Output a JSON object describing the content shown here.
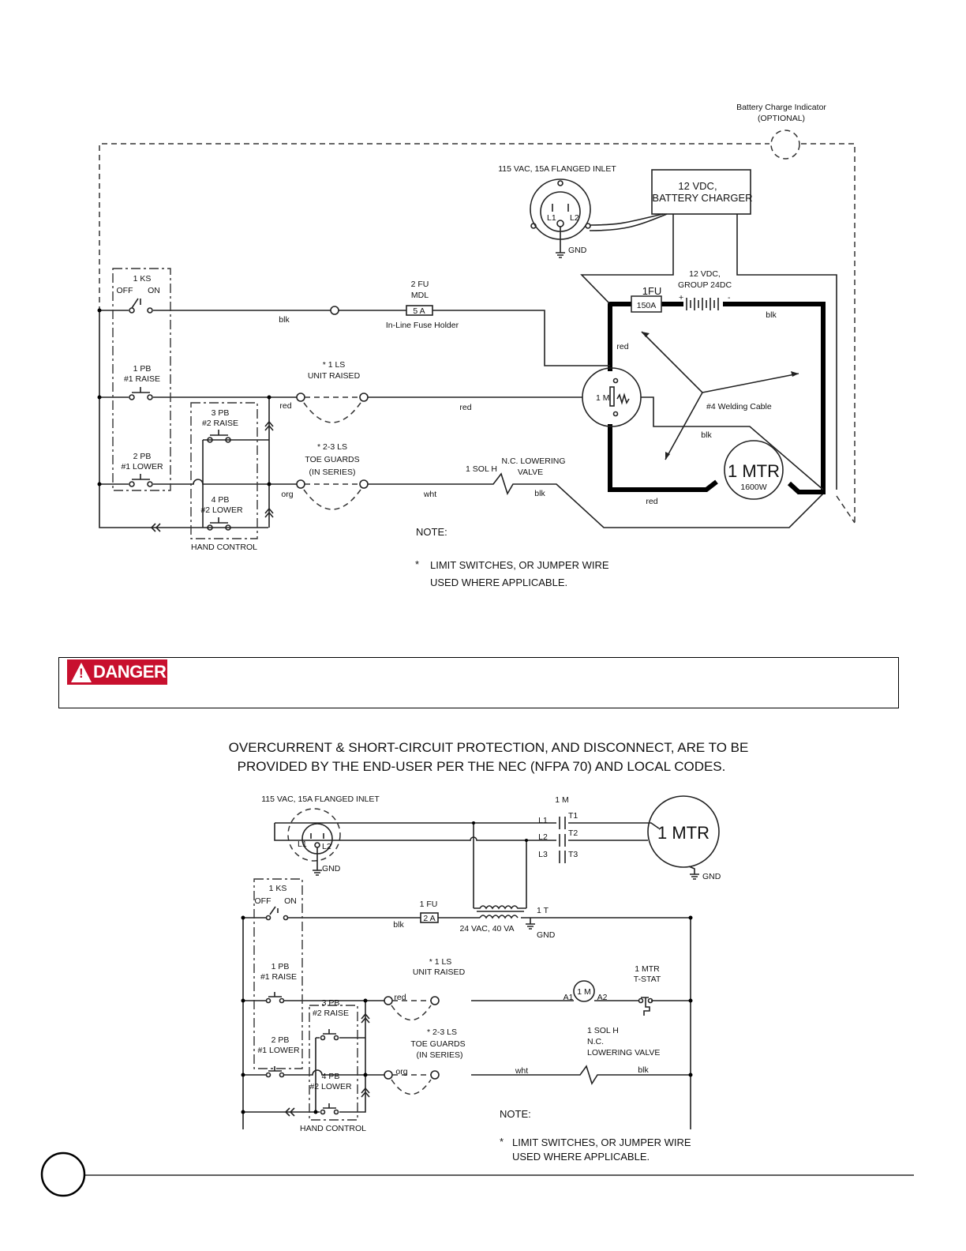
{
  "diagram1": {
    "battery_indicator": [
      "Battery Charge Indicator",
      "(OPTIONAL)"
    ],
    "inlet": {
      "title": "115 VAC, 15A FLANGED INLET",
      "l1": "L1",
      "l2": "L2",
      "gnd": "GND"
    },
    "charger": [
      "12 VDC,",
      "BATTERY CHARGER"
    ],
    "battery": [
      "12 VDC,",
      "GROUP 24DC"
    ],
    "plus": "+",
    "minus": "-",
    "main_fuse": {
      "name": "1FU",
      "rating": "150A"
    },
    "ks": {
      "name": "1 KS",
      "off": "OFF",
      "on": "ON"
    },
    "control_fuse": {
      "name": "2 FU",
      "type": "MDL",
      "rating": "5 A",
      "caption": "In-Line Fuse Holder"
    },
    "pb1": [
      "1 PB",
      "#1 RAISE"
    ],
    "pb2": [
      "2 PB",
      "#1 LOWER"
    ],
    "pb3": [
      "3 PB",
      "#2 RAISE"
    ],
    "pb4": [
      "4 PB",
      "#2 LOWER"
    ],
    "hand_control": "HAND CONTROL",
    "ls1": [
      "* 1 LS",
      "UNIT RAISED"
    ],
    "ls23": [
      "* 2-3 LS",
      "TOE GUARDS",
      "(IN SERIES)"
    ],
    "contactor": "1 M",
    "solenoid": "1 SOL H",
    "valve": [
      "N.C. LOWERING",
      "VALVE"
    ],
    "motor": {
      "name": "1 MTR",
      "rating": "1600W"
    },
    "welding_cable": "#4 Welding Cable",
    "wires": {
      "blk1": "blk",
      "blk2": "blk",
      "blk3": "blk",
      "blk4": "blk",
      "red1": "red",
      "red2": "red",
      "red3": "red",
      "red4": "red",
      "org": "org",
      "wht": "wht"
    },
    "note": {
      "title": "NOTE:",
      "bullet": "*",
      "lines": [
        "LIMIT SWITCHES, OR JUMPER WIRE",
        "USED WHERE APPLICABLE."
      ]
    }
  },
  "danger": {
    "label": "DANGER",
    "icon": "warning-triangle-icon",
    "color": "#c8102e"
  },
  "diagram2": {
    "heading": [
      "OVERCURRENT & SHORT-CIRCUIT PROTECTION, AND DISCONNECT, ARE TO BE",
      "PROVIDED BY THE END-USER PER THE NEC (NFPA 70) AND LOCAL CODES."
    ],
    "inlet": {
      "title": "115 VAC, 15A FLANGED INLET",
      "l1": "L1",
      "l2": "L2",
      "gnd": "GND"
    },
    "contactor": {
      "name": "1 M",
      "l1": "L1",
      "l2": "L2",
      "l3": "L3",
      "t1": "T1",
      "t2": "T2",
      "t3": "T3"
    },
    "motor": {
      "name": "1 MTR",
      "gnd": "GND"
    },
    "transformer": {
      "name": "1 T",
      "rating": "24 VAC, 40 VA",
      "gnd": "GND"
    },
    "fuse": {
      "name": "1 FU",
      "rating": "2 A"
    },
    "ks": {
      "name": "1 KS",
      "off": "OFF",
      "on": "ON"
    },
    "pb1": [
      "1 PB",
      "#1 RAISE"
    ],
    "pb2": [
      "2 PB",
      "#1 LOWER"
    ],
    "pb3": [
      "3 PB",
      "#2 RAISE"
    ],
    "pb4": [
      "4 PB",
      "#2 LOWER"
    ],
    "hand_control": "HAND CONTROL",
    "ls1": [
      "* 1 LS",
      "UNIT RAISED"
    ],
    "ls23": [
      "* 2-3 LS",
      "TOE GUARDS",
      "(IN SERIES)"
    ],
    "coil": {
      "name": "1 M",
      "a1": "A1",
      "a2": "A2"
    },
    "thermostat": [
      "1 MTR",
      "T-STAT"
    ],
    "solenoid": [
      "1 SOL H",
      "N.C.",
      "LOWERING VALVE"
    ],
    "wires": {
      "blk1": "blk",
      "red": "red",
      "org": "org",
      "wht": "wht",
      "blk2": "blk"
    },
    "note": {
      "title": "NOTE:",
      "bullet": "*",
      "lines": [
        "LIMIT SWITCHES, OR JUMPER WIRE",
        "USED WHERE APPLICABLE."
      ]
    }
  },
  "footer": {
    "page_circle": ""
  }
}
